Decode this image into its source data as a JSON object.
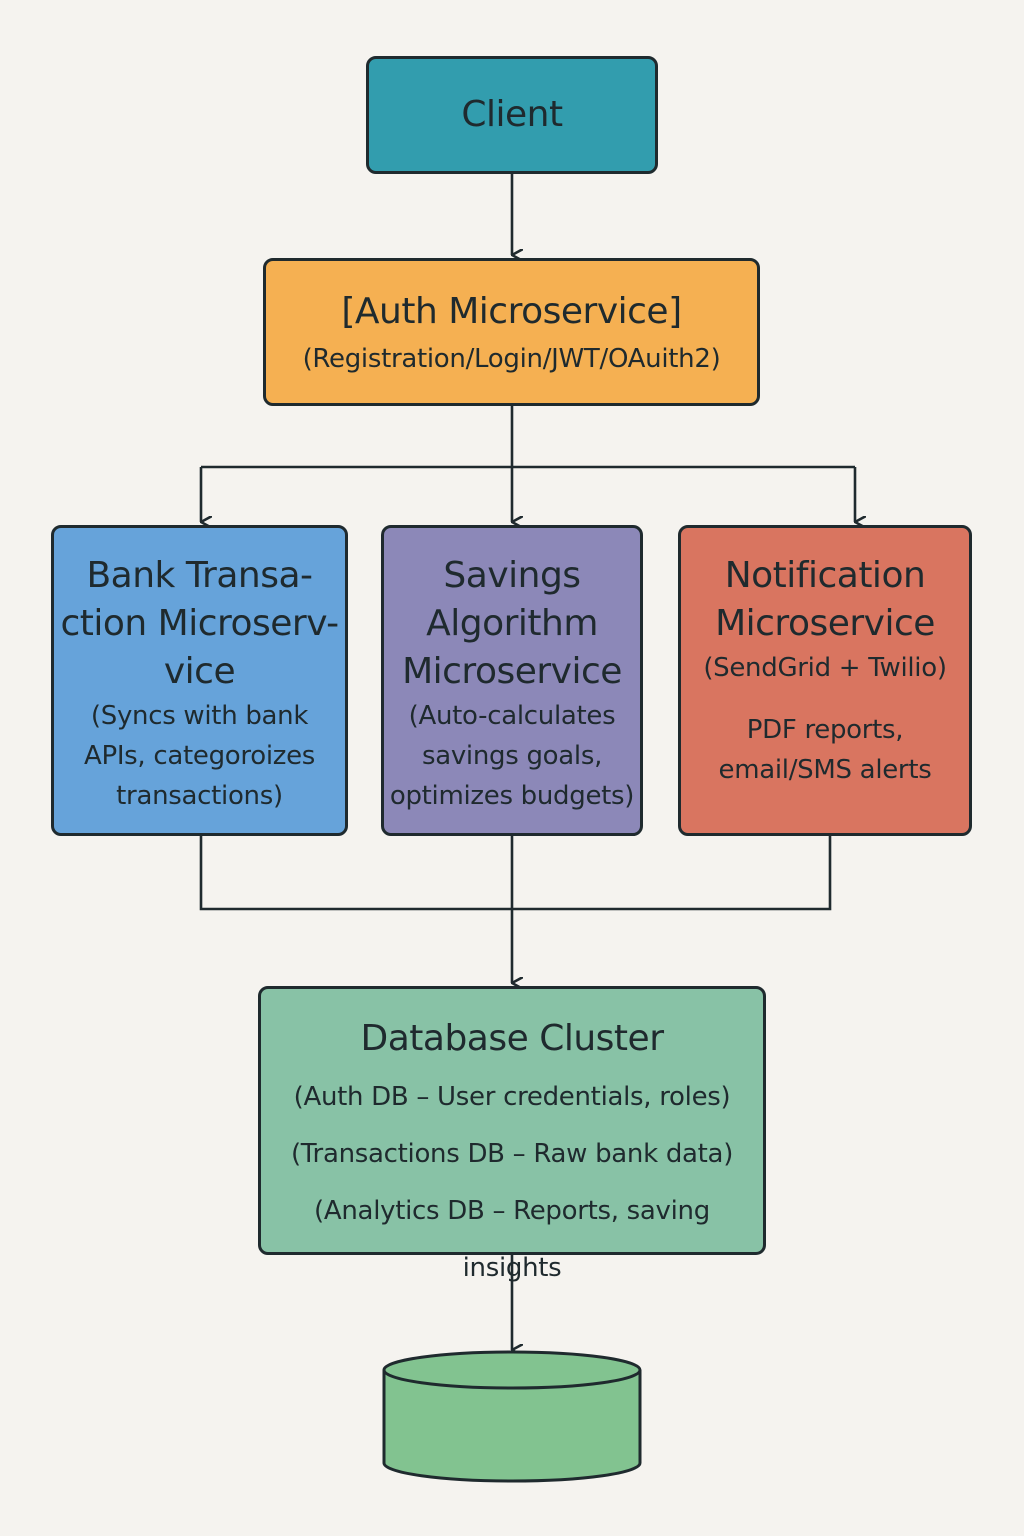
{
  "nodes": {
    "client": {
      "title": "Client"
    },
    "auth": {
      "title": "[Auth Microservice]",
      "subtitle": "(Registration/Login/JWT/OAuith2)"
    },
    "bank": {
      "title_lines": [
        "Bank Transa-",
        "ction Microserv-",
        "vice"
      ],
      "description_lines": [
        "(Syncs with bank",
        "APIs, categoroizes",
        "transactions)"
      ]
    },
    "savings": {
      "title_lines": [
        "Savings",
        "Algorithm",
        "Microservice"
      ],
      "description_lines": [
        "(Auto-calculates",
        "savings goals,",
        "optimizes budgets)"
      ]
    },
    "notification": {
      "title_lines": [
        "Notification",
        "Microservice"
      ],
      "subtitle": "(SendGrid + Twilio)",
      "description_lines": [
        "PDF reports,",
        "email/SMS alerts"
      ]
    },
    "database": {
      "title": "Database Cluster",
      "lines": [
        "(Auth DB – User credentials, roles)",
        "(Transactions DB – Raw bank data)",
        "(Analytics DB – Reports, saving insights"
      ]
    }
  },
  "colors": {
    "background": "#f5f3ef",
    "outline": "#1f2a2e",
    "client": "#329dae",
    "auth": "#f5b052",
    "bank": "#66a3da",
    "savings": "#8c88b8",
    "notification": "#d97560",
    "database": "#88c2a6",
    "storage": "#82c390"
  },
  "edges": [
    {
      "from": "client",
      "to": "auth"
    },
    {
      "from": "auth",
      "to": "bank"
    },
    {
      "from": "auth",
      "to": "savings"
    },
    {
      "from": "auth",
      "to": "notification"
    },
    {
      "from": "bank",
      "to": "database"
    },
    {
      "from": "savings",
      "to": "database"
    },
    {
      "from": "notification",
      "to": "database"
    },
    {
      "from": "database",
      "to": "storage"
    }
  ]
}
